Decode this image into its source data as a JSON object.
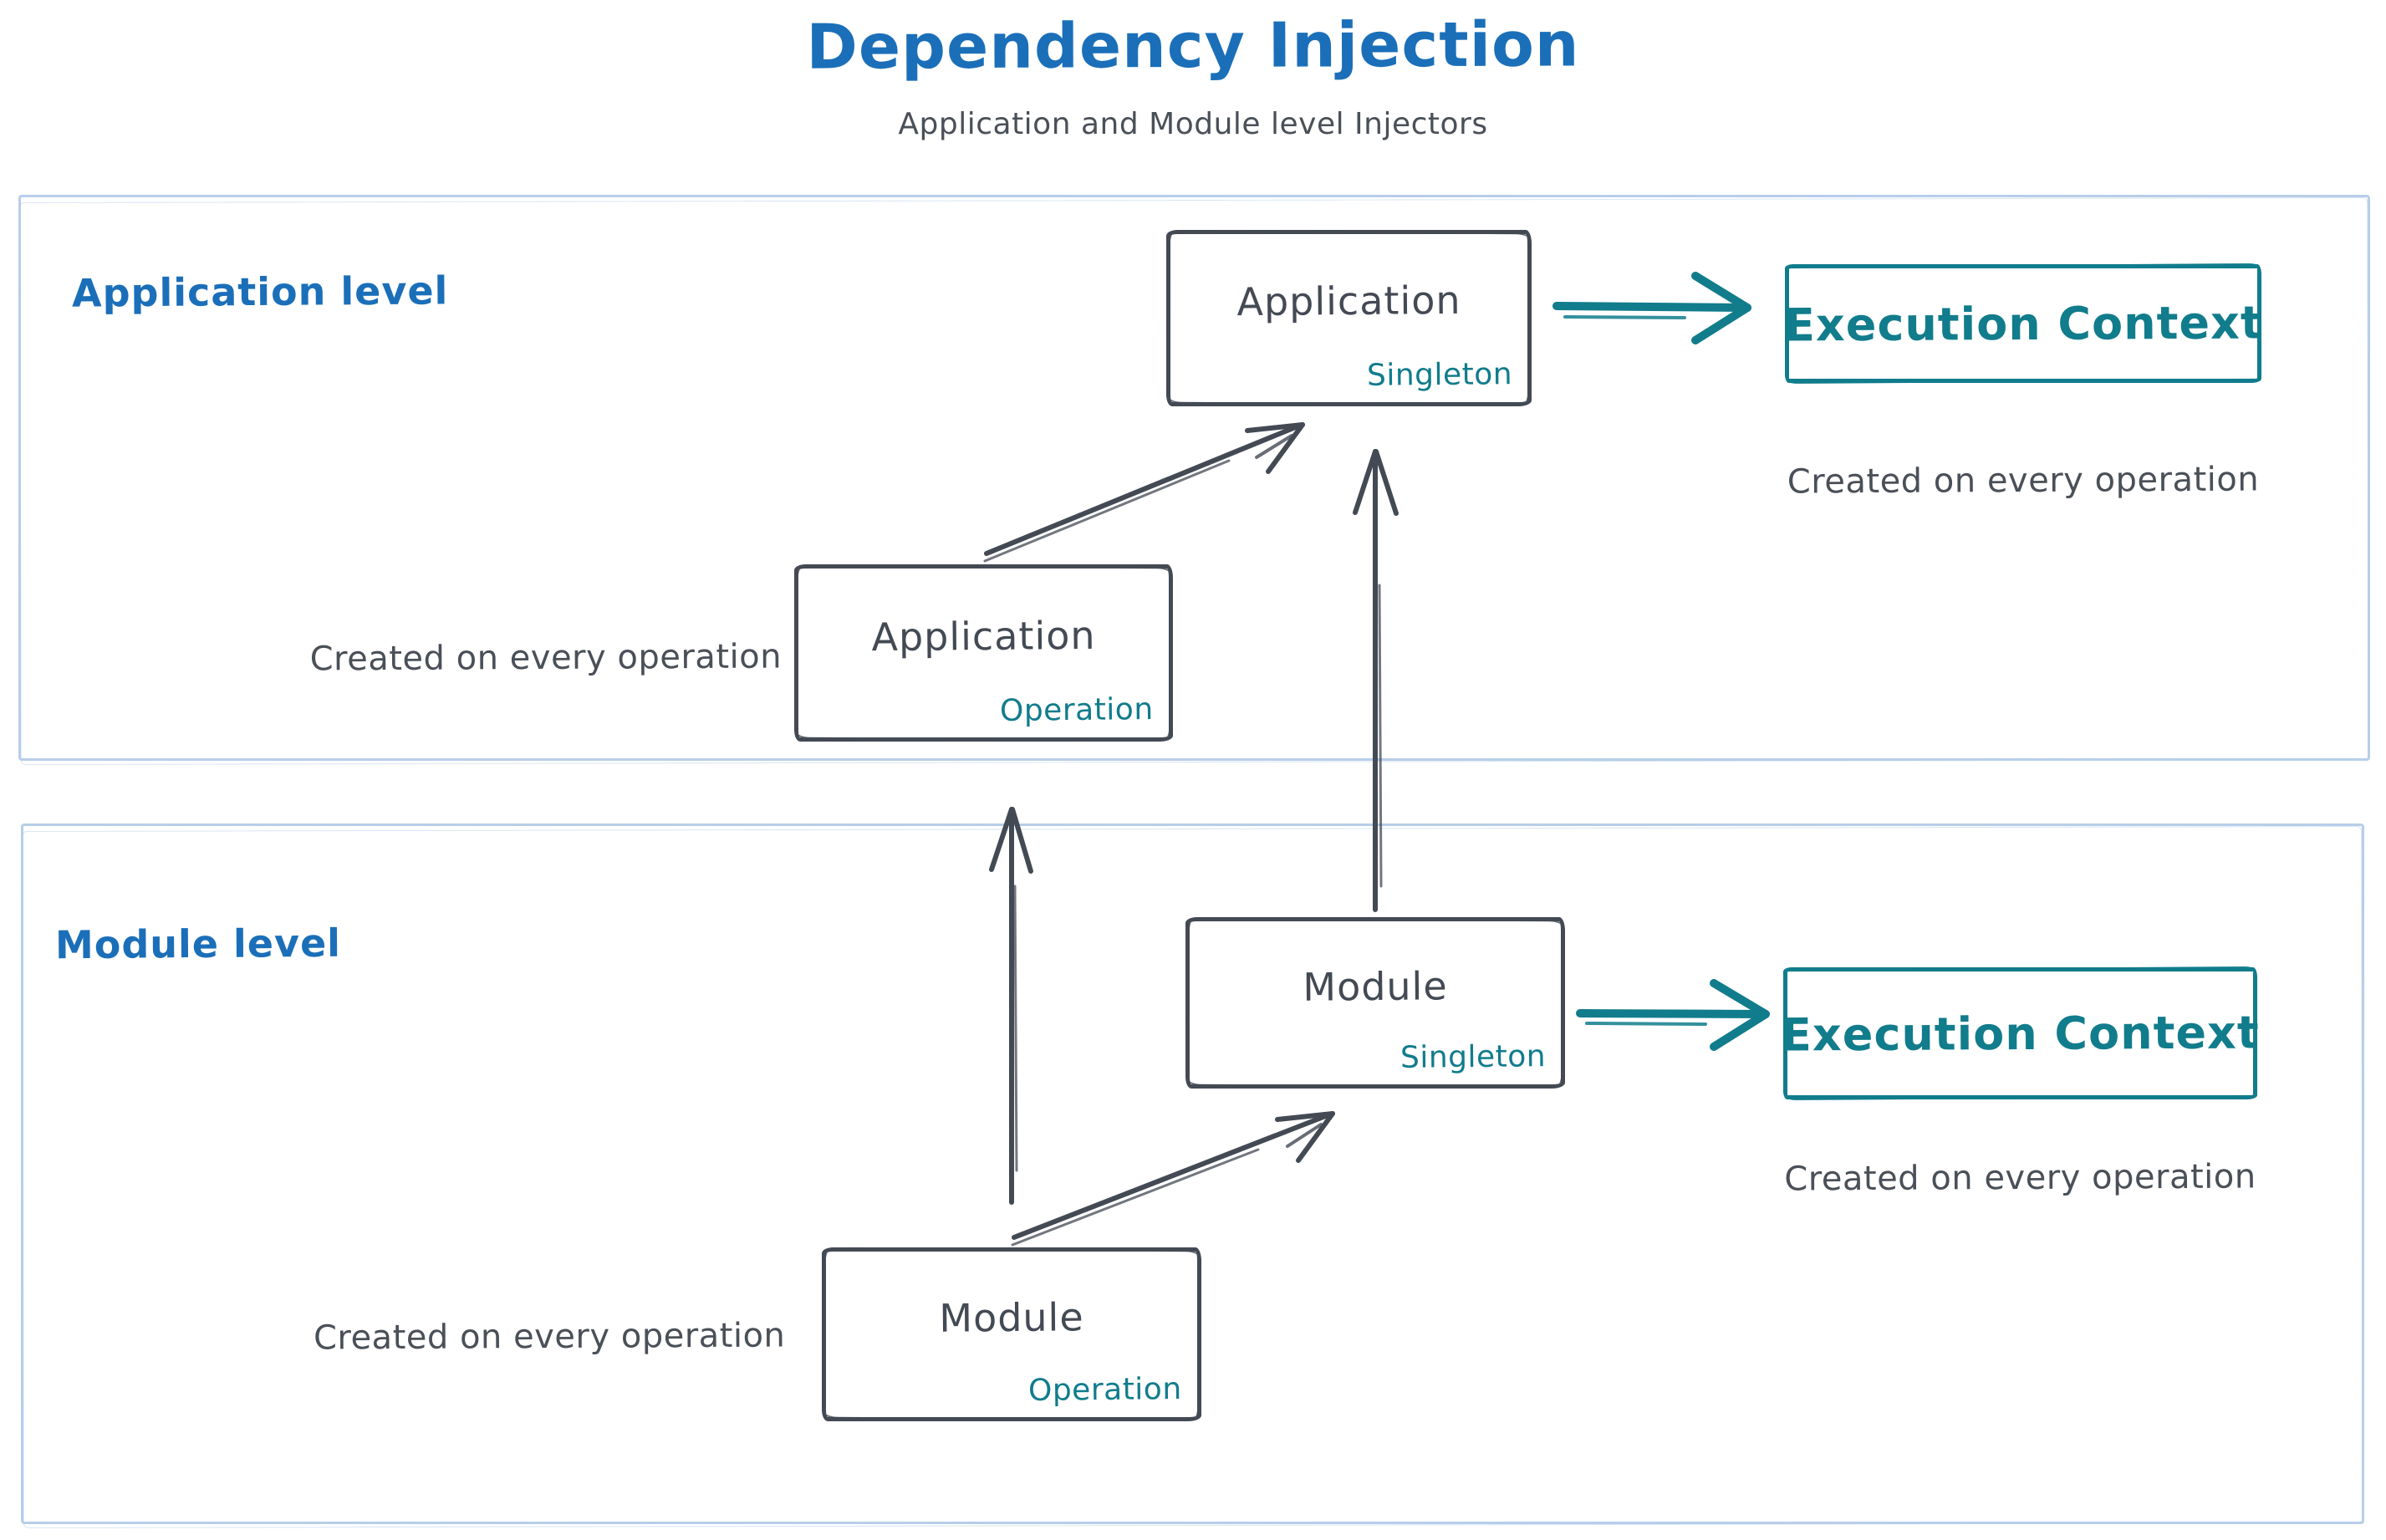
{
  "title": "Dependency Injection",
  "subtitle": "Application and Module level Injectors",
  "palette": {
    "blue": "#1b6fb9",
    "ink": "#434a54",
    "teal": "#117c8c",
    "frame_blue": "#b7cee9"
  },
  "application_level": {
    "label": "Application level",
    "singleton_box": {
      "name": "Application",
      "scope": "Singleton"
    },
    "operation_box": {
      "name": "Application",
      "scope": "Operation"
    },
    "operation_note": "Created on every operation",
    "execution_context": {
      "title": "Execution Context",
      "note": "Created on every operation"
    }
  },
  "module_level": {
    "label": "Module level",
    "singleton_box": {
      "name": "Module",
      "scope": "Singleton"
    },
    "operation_box": {
      "name": "Module",
      "scope": "Operation"
    },
    "operation_note": "Created on every operation",
    "execution_context": {
      "title": "Execution Context",
      "note": "Created on every operation"
    }
  }
}
